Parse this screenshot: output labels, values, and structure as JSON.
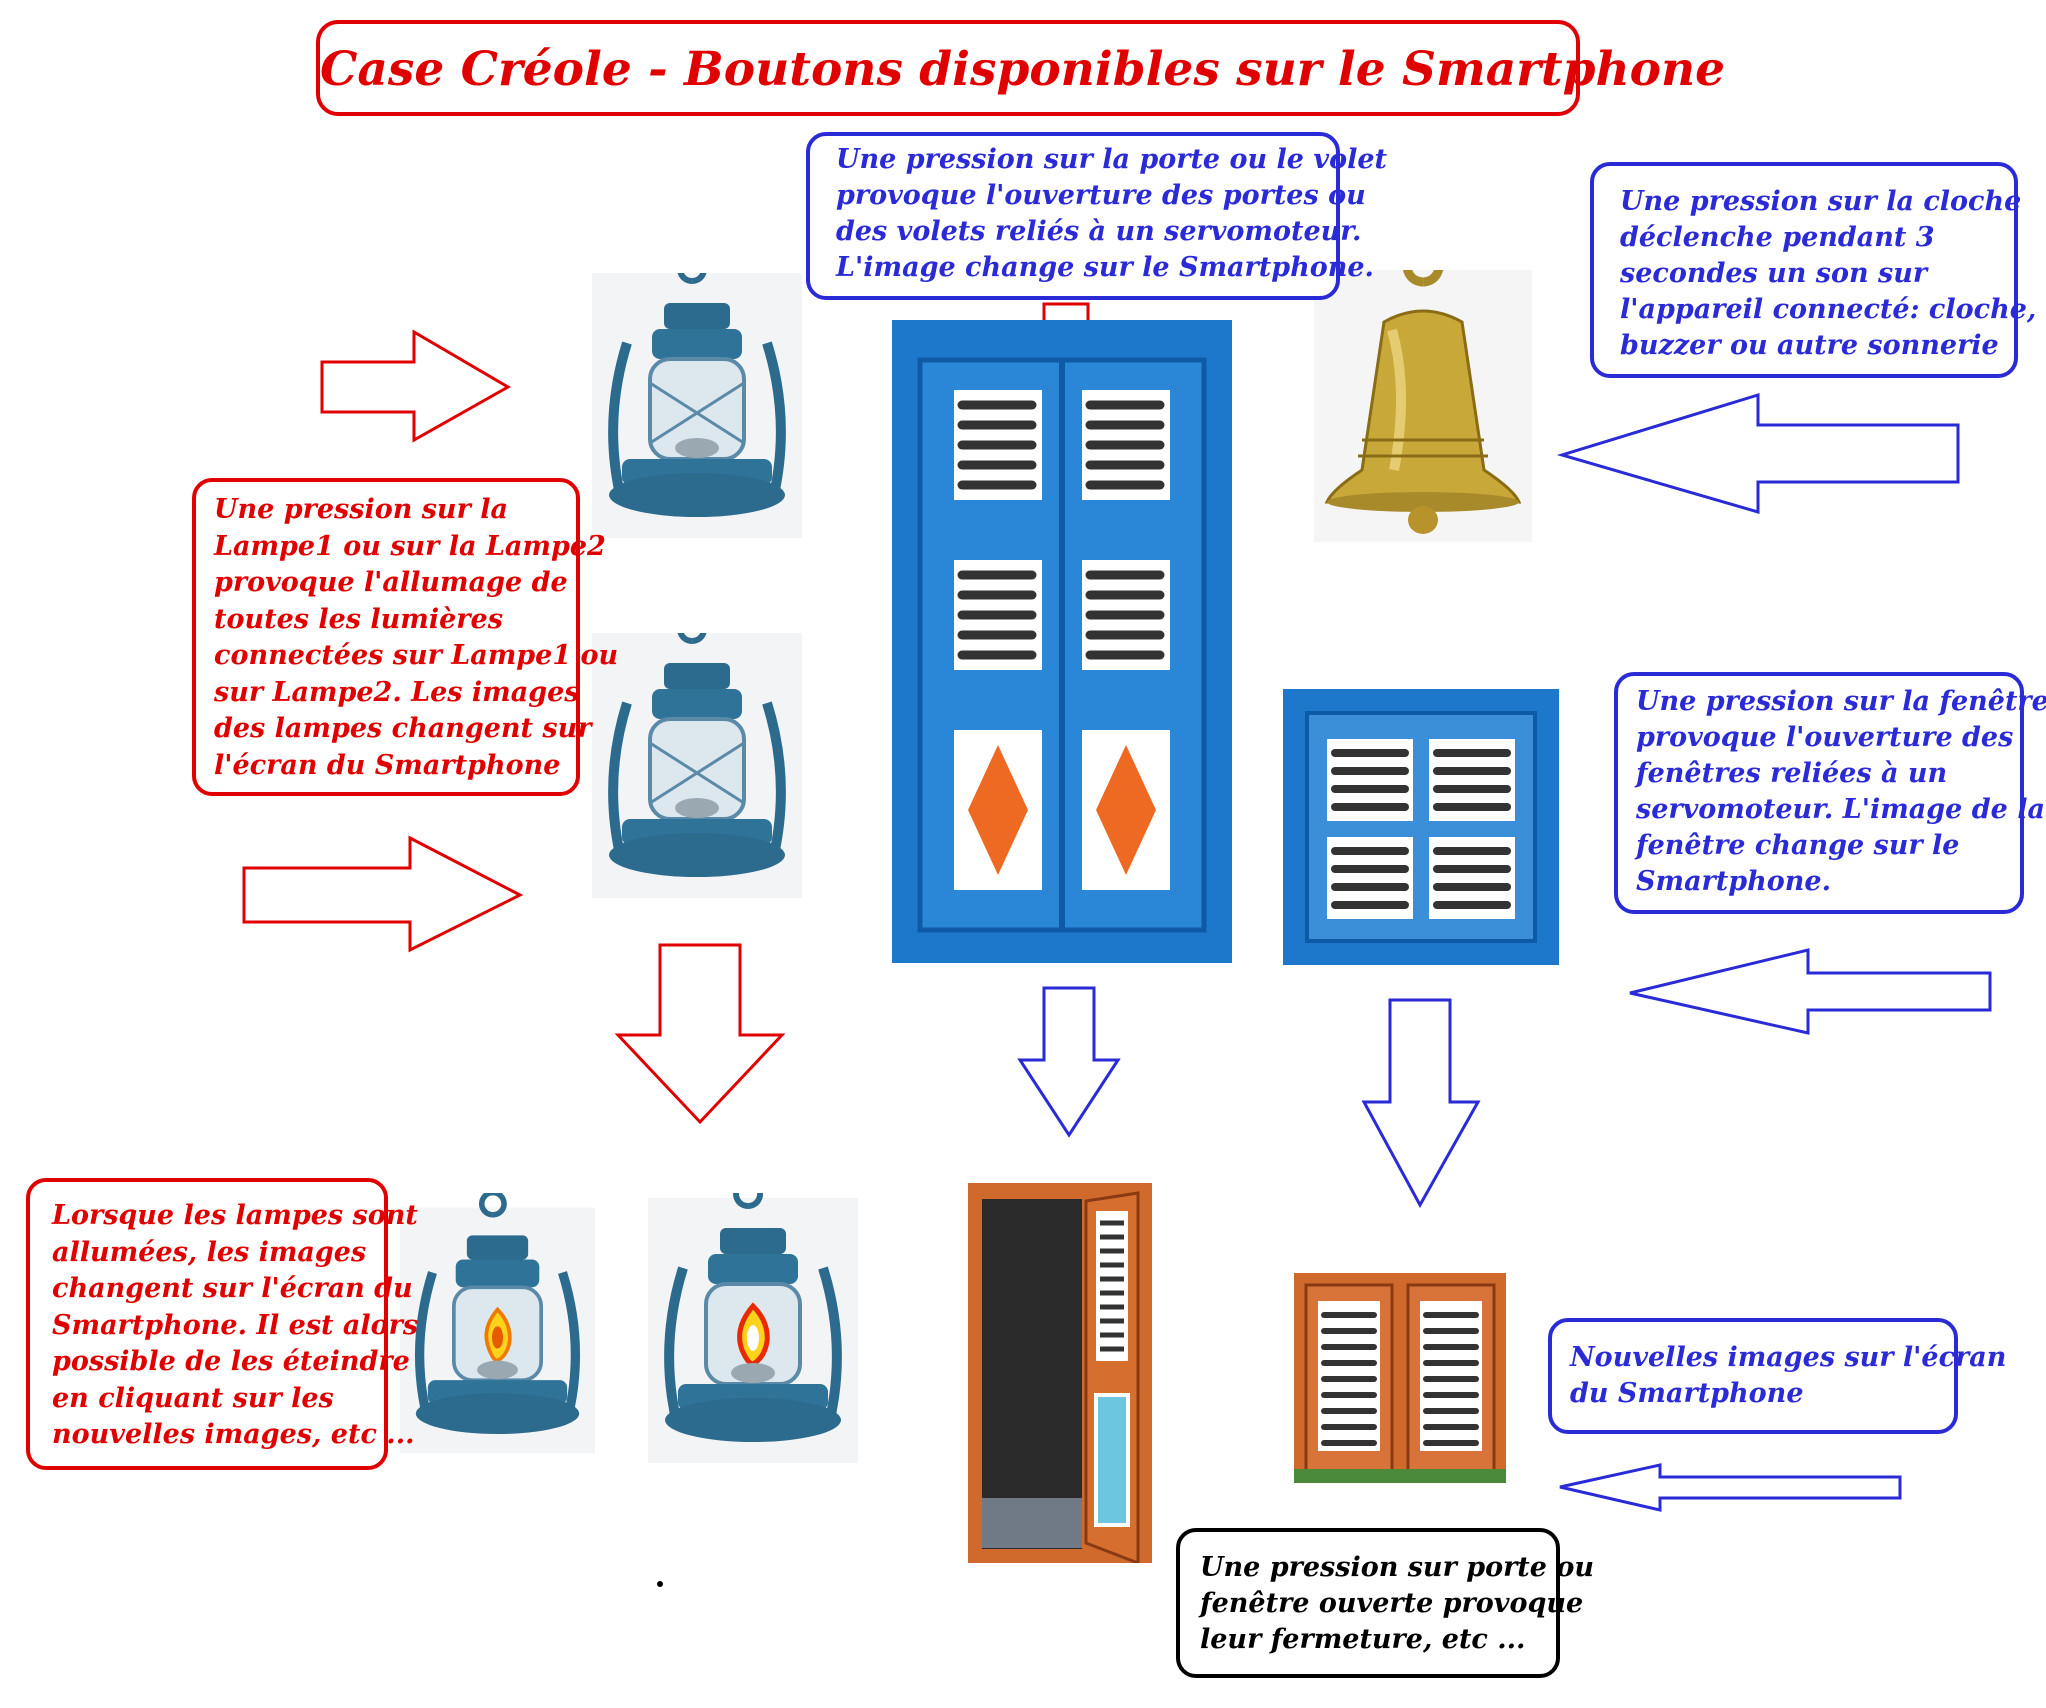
{
  "title": "Case Créole - Boutons disponibles sur le Smartphone",
  "colors": {
    "red": "#e00000",
    "blue": "#2a2ad6",
    "black": "#000000",
    "shutter_blue": "#1d78cc",
    "lantern": "#2c6a8e"
  },
  "notes": {
    "door": [
      "Une pression sur la porte ou le volet",
      "provoque l'ouverture des portes ou",
      "des volets reliés à un servomoteur.",
      "L'image change sur le Smartphone."
    ],
    "bell": [
      "Une pression sur la cloche",
      "déclenche pendant 3",
      "secondes un son sur",
      "l'appareil connecté: cloche,",
      "buzzer ou autre sonnerie"
    ],
    "lamps": [
      "Une pression sur la",
      "Lampe1 ou sur la Lampe2",
      "provoque l'allumage de",
      "toutes les lumières",
      "connectées sur Lampe1 ou",
      "sur Lampe2. Les images",
      "des lampes changent sur",
      "l'écran du Smartphone"
    ],
    "window": [
      "Une pression sur la fenêtre",
      "provoque l'ouverture des",
      "fenêtres reliées à un",
      "servomoteur. L'image de la",
      "fenêtre change sur le",
      "Smartphone."
    ],
    "lamps_on": [
      "Lorsque les lampes sont",
      "allumées, les images",
      "changent sur l'écran du",
      "Smartphone. Il est alors",
      "possible de les éteindre",
      "en cliquant sur les",
      "nouvelles images, etc ..."
    ],
    "new_images": [
      "Nouvelles images sur l'écran",
      "du Smartphone"
    ],
    "close": [
      "Une pression sur porte ou",
      "fenêtre ouverte provoque",
      "leur fermeture, etc ..."
    ]
  },
  "icons": [
    "lantern-icon",
    "bell-icon",
    "shutter-door-icon",
    "shutter-window-icon",
    "open-door-icon",
    "open-window-icon",
    "flame-icon",
    "arrow-icon"
  ]
}
